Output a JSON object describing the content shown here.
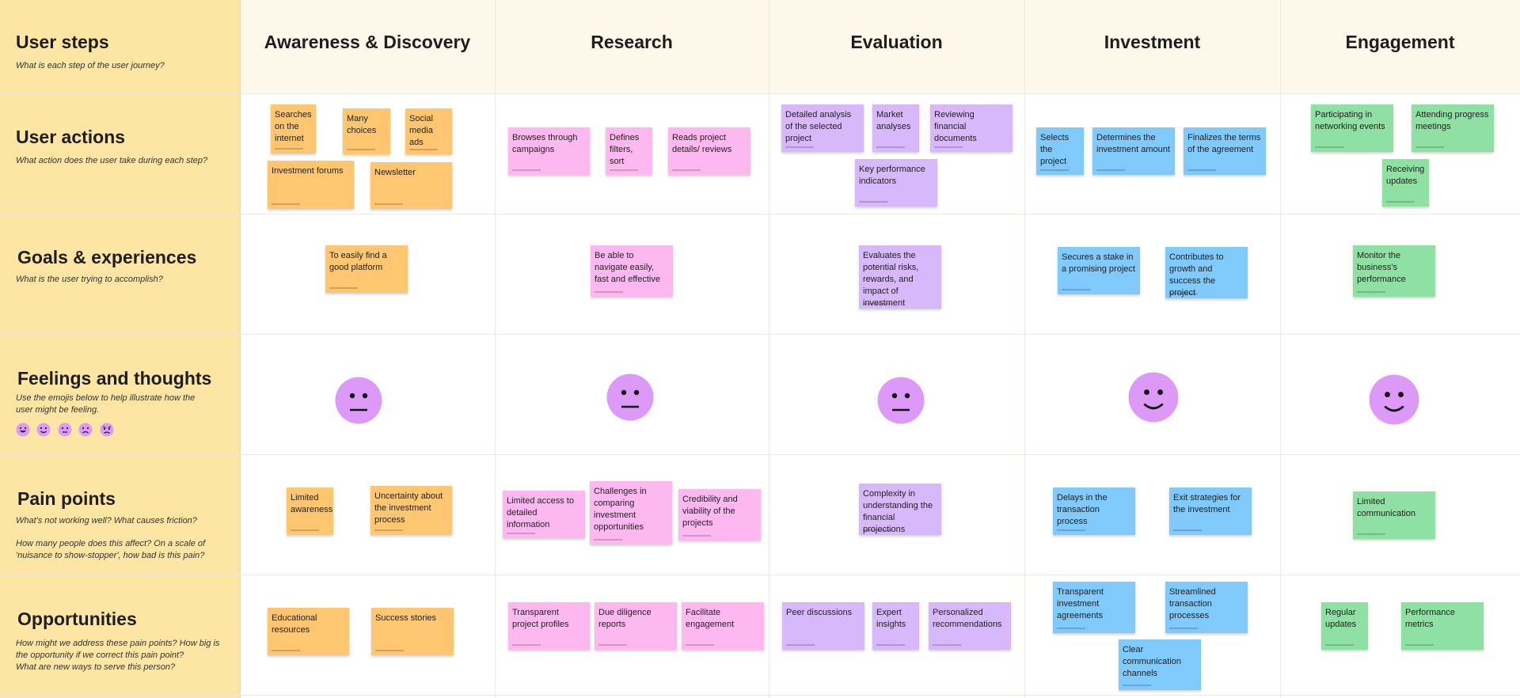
{
  "columns": [
    "Awareness & Discovery",
    "Research",
    "Evaluation",
    "Investment",
    "Engagement"
  ],
  "rows": {
    "user_steps": {
      "title": "User steps",
      "subtitle": "What is each step of the user journey?"
    },
    "user_actions": {
      "title": "User actions",
      "subtitle": "What action does the user take during each step?"
    },
    "goals": {
      "title": "Goals & experiences",
      "subtitle": "What is the user trying to accomplish?"
    },
    "feelings": {
      "title": "Feelings and thoughts",
      "subtitle": "Use the emojis below to help illustrate how the user might be feeling."
    },
    "pain_points": {
      "title": "Pain points",
      "subtitle": "What's not working well? What causes friction?",
      "subtitle2": "How many people does this affect? On a scale of 'nuisance to show-stopper', how bad is this pain?"
    },
    "opportunities": {
      "title": "Opportunities",
      "subtitle": "How might we address these pain points? How big is the opportunity if we correct this pain point?",
      "subtitle2": "What are new ways to serve this person?"
    }
  },
  "notes": {
    "actions": {
      "awareness": [
        "Searches on the internet",
        "Many choices",
        "Social media ads",
        "Investment forums",
        "Newsletter"
      ],
      "research": [
        "Browses through campaigns",
        "Defines filters, sort",
        "Reads project details/ reviews"
      ],
      "evaluation": [
        "Detailed analysis of the selected project",
        "Market analyses",
        "Reviewing financial documents",
        "Key performance indicators"
      ],
      "investment": [
        "Selects the project",
        "Determines the investment amount",
        "Finalizes the terms of the agreement"
      ],
      "engagement": [
        "Participating in networking events",
        "Attending progress meetings",
        "Receiving updates"
      ]
    },
    "goals": {
      "awareness": [
        "To easily find a good platform"
      ],
      "research": [
        "Be able to navigate easily, fast and effective"
      ],
      "evaluation": [
        "Evaluates the potential risks, rewards, and impact of investment"
      ],
      "investment": [
        "Secures a stake in a promising project",
        "Contributes to growth and success the project"
      ],
      "engagement": [
        "Monitor the business's performance"
      ]
    },
    "pain": {
      "awareness": [
        "Limited awareness",
        "Uncertainty about the investment process"
      ],
      "research": [
        "Limited access to detailed information",
        "Challenges in comparing investment opportunities",
        "Credibility and viability of the projects"
      ],
      "evaluation": [
        "Complexity in understanding the financial projections"
      ],
      "investment": [
        "Delays in the transaction process",
        "Exit strategies for the investment"
      ],
      "engagement": [
        "Limited communication"
      ]
    },
    "opportunities": {
      "awareness": [
        "Educational resources",
        "Success stories"
      ],
      "research": [
        "Transparent project profiles",
        "Due diligence reports",
        "Facilitate engagement"
      ],
      "evaluation": [
        "Peer discussions",
        "Expert insights",
        "Personalized recommendations"
      ],
      "investment": [
        "Transparent investment agreements",
        "Streamlined transaction processes",
        "Clear communication channels"
      ],
      "engagement": [
        "Regular updates",
        "Performance metrics"
      ]
    }
  },
  "feelings": [
    "neutral",
    "neutral",
    "neutral",
    "happy",
    "happy"
  ],
  "legend_emojis": [
    "very-happy",
    "happy",
    "neutral",
    "sad",
    "angry"
  ],
  "colors": {
    "sidebar": "#fde6a4",
    "header": "#fdf8ea",
    "awareness": "#fec671",
    "research": "#fdb8ef",
    "evaluation": "#d6b8fb",
    "investment": "#7fc9fb",
    "engagement": "#8ee1a2",
    "emoji": "#dd99f7"
  }
}
